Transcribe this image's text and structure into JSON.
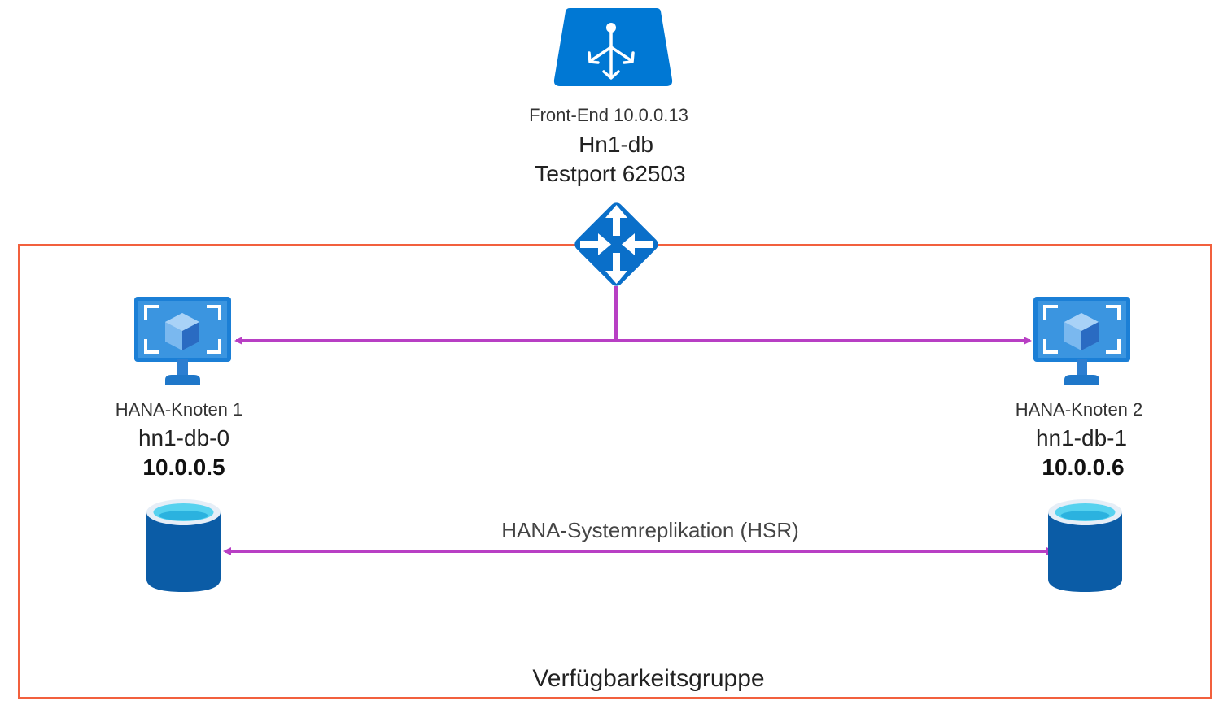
{
  "load_balancer": {
    "frontend_label": "Front-End 10.0.0.13",
    "name": "Hn1-db",
    "probe_label": "Testport 62503",
    "icon": "load-balancer-icon",
    "router_icon": "router-icon"
  },
  "availability_set": {
    "label": "Verfügbarkeitsgruppe",
    "border_color": "#f2603d"
  },
  "nodes": [
    {
      "title": "HANA-Knoten 1",
      "hostname": "hn1-db-0",
      "ip": "10.0.0.5",
      "vm_icon": "virtual-machine-icon",
      "db_icon": "database-icon"
    },
    {
      "title": "HANA-Knoten 2",
      "hostname": "hn1-db-1",
      "ip": "10.0.0.6",
      "vm_icon": "virtual-machine-icon",
      "db_icon": "database-icon"
    }
  ],
  "replication": {
    "label": "HANA-Systemreplikation (HSR)"
  },
  "colors": {
    "connector": "#b83fc4",
    "azure_blue": "#0078d4",
    "db_dark": "#0b5ca6",
    "db_top": "#57d2ef"
  }
}
